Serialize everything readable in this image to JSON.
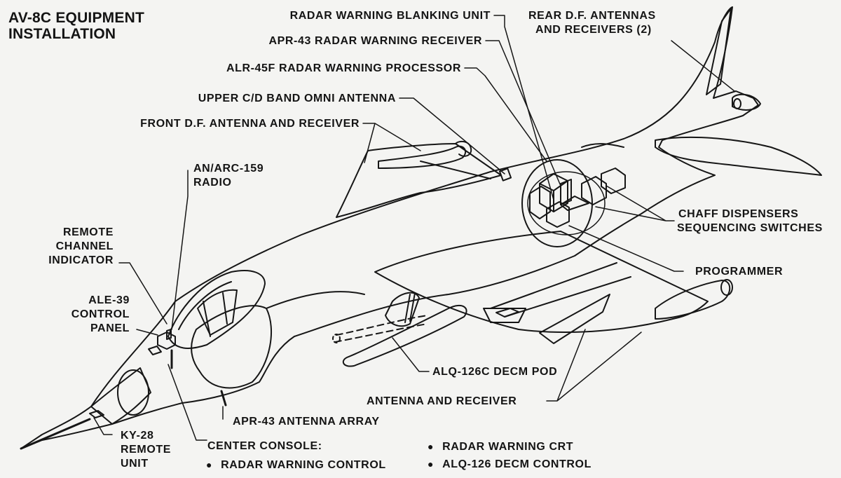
{
  "title": {
    "line1": "AV-8C EQUIPMENT",
    "line2": "INSTALLATION"
  },
  "labels": {
    "radar_warning_blanking_unit": "RADAR WARNING BLANKING UNIT",
    "apr43_radar_warning_receiver": "APR-43 RADAR WARNING RECEIVER",
    "alr45f_radar_warning_processor": "ALR-45F RADAR WARNING PROCESSOR",
    "upper_cd_band_omni_antenna": "UPPER C/D BAND OMNI ANTENNA",
    "front_df_antenna_and_receiver": "FRONT D.F. ANTENNA AND RECEIVER",
    "rear_df_antennas": {
      "line1": "REAR D.F. ANTENNAS",
      "line2": "AND RECEIVERS (2)"
    },
    "an_arc159_radio": {
      "line1": "AN/ARC-159",
      "line2": "RADIO"
    },
    "remote_channel_indicator": {
      "line1": "REMOTE",
      "line2": "CHANNEL",
      "line3": "INDICATOR"
    },
    "ale39_control_panel": {
      "line1": "ALE-39",
      "line2": "CONTROL",
      "line3": "PANEL"
    },
    "chaff_dispensers": {
      "line1": "CHAFF DISPENSERS",
      "line2": "SEQUENCING SWITCHES"
    },
    "programmer": "PROGRAMMER",
    "alq126c_decm_pod": "ALQ-126C DECM POD",
    "antenna_and_receiver": "ANTENNA AND RECEIVER",
    "apr43_antenna_array": "APR-43 ANTENNA ARRAY",
    "ky28_remote_unit": {
      "line1": "KY-28",
      "line2": "REMOTE",
      "line3": "UNIT"
    },
    "center_console": {
      "heading": "CENTER CONSOLE:",
      "items": [
        "RADAR WARNING CONTROL",
        "RADAR WARNING CRT",
        "ALQ-126 DECM CONTROL"
      ]
    }
  }
}
